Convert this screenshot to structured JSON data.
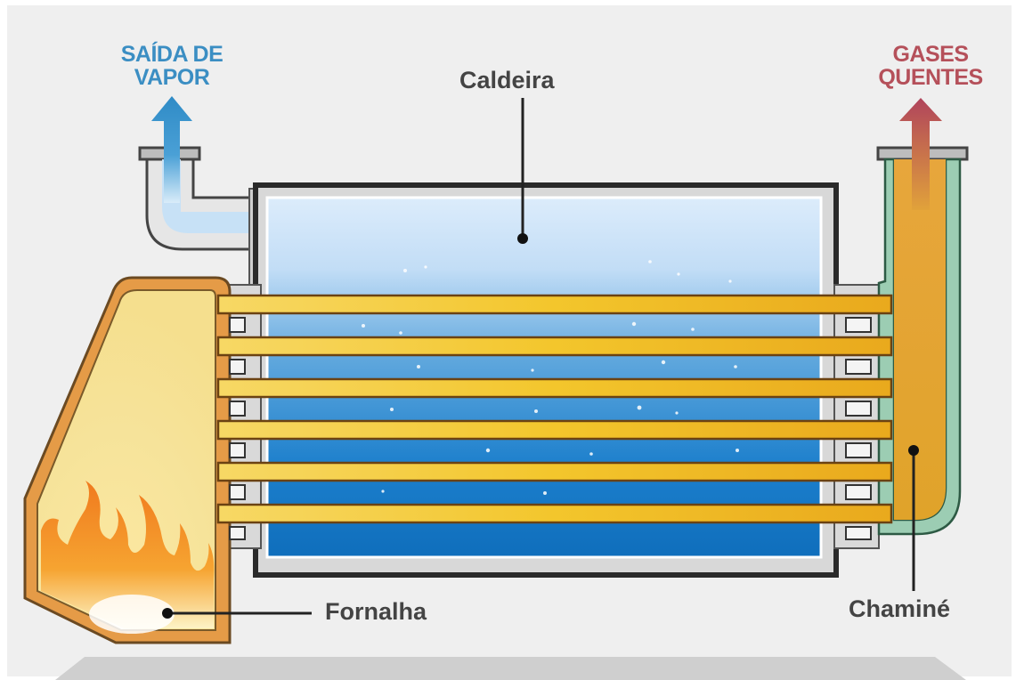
{
  "labels": {
    "steam_outlet_line1": "SAÍDA DE",
    "steam_outlet_line2": "VAPOR",
    "hot_gases_line1": "GASES",
    "hot_gases_line2": "QUENTES",
    "boiler": "Caldeira",
    "furnace": "Fornalha",
    "chimney": "Chaminé"
  },
  "colors": {
    "background": "#efefef",
    "steam_accent": "#3b8ec3",
    "gas_accent": "#b5505a",
    "tube_fill": "#f2c42e",
    "tube_border": "#7a4a14",
    "furnace_border": "#c8762a",
    "chimney_outline": "#3f6e55",
    "label_text": "#444444"
  },
  "icons": {
    "steam_arrow": "arrow-up-icon",
    "gas_arrow": "arrow-up-icon",
    "flame": "flame-icon"
  }
}
